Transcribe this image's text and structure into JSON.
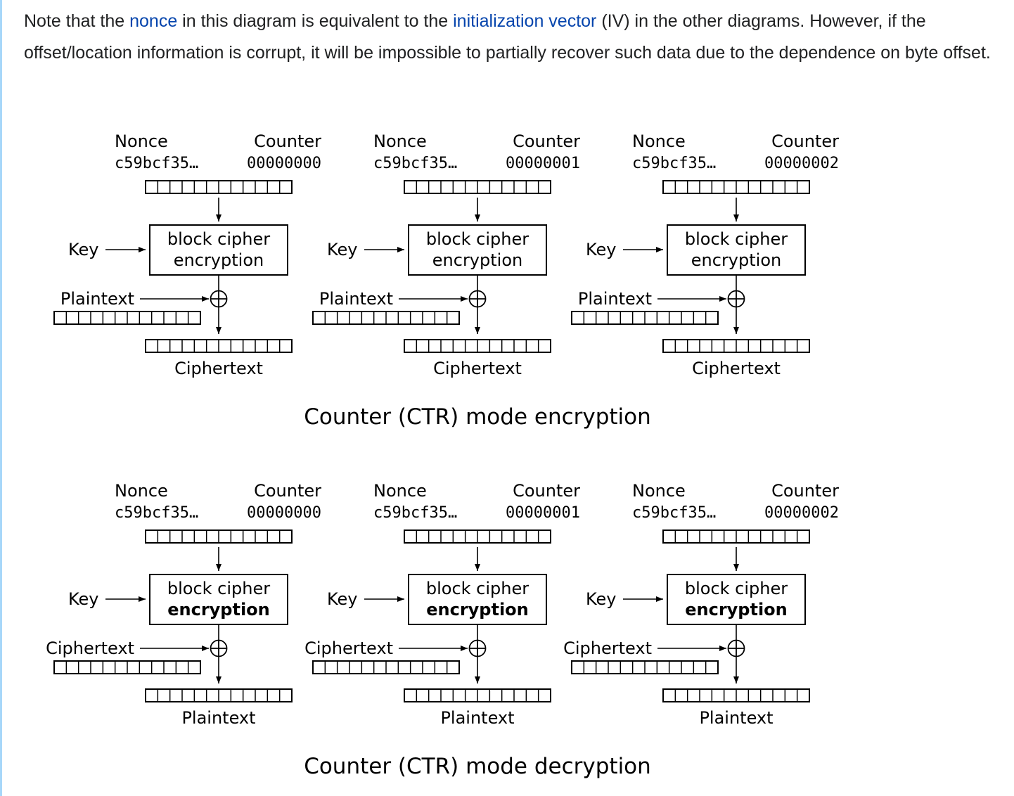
{
  "intro": {
    "before_nonce": "Note that the ",
    "nonce_link": "nonce",
    "middle": " in this diagram is equivalent to the ",
    "iv_link": "initialization vector",
    "after_iv": " (IV) in the other diagrams. However, if the offset/location information is corrupt, it will be impossible to partially recover such data due to the dependence on byte offset."
  },
  "diagrams": [
    {
      "caption": "Counter (CTR) mode encryption",
      "input_label": "Plaintext",
      "output_label": "Ciphertext",
      "cipher_line1": "block cipher",
      "cipher_line2": "encryption",
      "cipher_line2_bold": false,
      "key_label": "Key",
      "nonce_label": "Nonce",
      "counter_label": "Counter",
      "blocks": [
        {
          "nonce": "c59bcf35…",
          "counter": "00000000"
        },
        {
          "nonce": "c59bcf35…",
          "counter": "00000001"
        },
        {
          "nonce": "c59bcf35…",
          "counter": "00000002"
        }
      ]
    },
    {
      "caption": "Counter (CTR) mode decryption",
      "input_label": "Ciphertext",
      "output_label": "Plaintext",
      "cipher_line1": "block cipher",
      "cipher_line2": "encryption",
      "cipher_line2_bold": true,
      "key_label": "Key",
      "nonce_label": "Nonce",
      "counter_label": "Counter",
      "blocks": [
        {
          "nonce": "c59bcf35…",
          "counter": "00000000"
        },
        {
          "nonce": "c59bcf35…",
          "counter": "00000001"
        },
        {
          "nonce": "c59bcf35…",
          "counter": "00000002"
        }
      ]
    }
  ]
}
